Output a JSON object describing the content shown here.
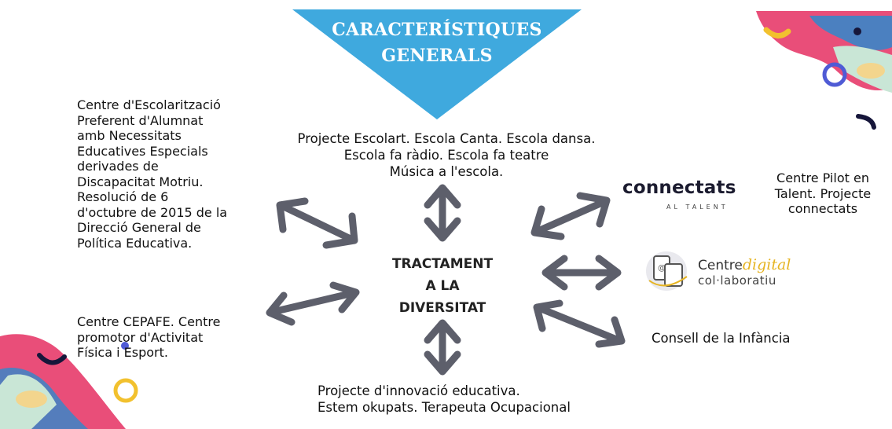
{
  "banner": {
    "title_line1": "CARACTERÍSTIQUES",
    "title_line2": "GENERALS",
    "color": "#3fa9de"
  },
  "center": {
    "line1": "TRACTAMENT",
    "line2": "A LA",
    "line3": "DIVERSITAT"
  },
  "top_text": {
    "line1": "Projecte Escolart. Escola Canta. Escola dansa.",
    "line2": "Escola fa ràdio. Escola fa teatre",
    "line3": "Música a l'escola."
  },
  "left_text": {
    "lines": [
      "Centre d'Escolarització",
      "Preferent d'Alumnat",
      "amb Necessitats",
      "Educatives Especials",
      "derivades de",
      "Discapacitat Motriu.",
      "Resolució de 6",
      "d'octubre de 2015 de la",
      "Direcció General de",
      "Política Educativa."
    ]
  },
  "right_top_text": {
    "line1": "Centre Pilot en",
    "line2": "Talent. Projecte",
    "line3": "connectats"
  },
  "logo_connectats": {
    "word": "connectats",
    "tagline": "AL TALENT"
  },
  "logo_digital": {
    "line1_a": "Centre",
    "line1_b": "digital",
    "line2": "col·laboratiu"
  },
  "right_bottom_text": {
    "line1": "Consell de la Infància"
  },
  "left_bottom_text": {
    "line1": "Centre CEPAFE. Centre",
    "line2": "promotor d'Activitat",
    "line3": "Física i Esport."
  },
  "bottom_text": {
    "line1": "Projecte d'innovació educativa.",
    "line2": "Estem okupats. Terapeuta Ocupacional"
  },
  "colors": {
    "arrow": "#5d5f6b",
    "accent_yellow": "#f2c12e",
    "accent_blue": "#4f5bd5",
    "accent_pink": "#e9517a",
    "accent_navy": "#16163a"
  }
}
